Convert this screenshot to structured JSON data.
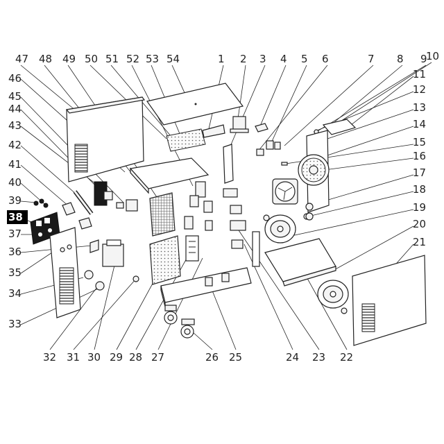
{
  "callouts": {
    "top": [
      "47",
      "48",
      "49",
      "50",
      "51",
      "52",
      "53",
      "54",
      "1",
      "2",
      "3",
      "4",
      "5",
      "6",
      "7",
      "8",
      "9",
      "10"
    ],
    "right": [
      "11",
      "12",
      "13",
      "14",
      "15",
      "16",
      "17",
      "18",
      "19",
      "20",
      "21"
    ],
    "left": [
      "46",
      "45",
      "44",
      "43",
      "42",
      "41",
      "40",
      "39",
      "38",
      "37",
      "36",
      "35",
      "34",
      "33"
    ],
    "bottom": [
      "32",
      "31",
      "30",
      "29",
      "28",
      "27",
      "26",
      "25",
      "24",
      "23",
      "22"
    ]
  },
  "highlighted_callout": "38",
  "colors": {
    "line": "#222222",
    "highlight": "#000000",
    "background": "#ffffff"
  }
}
